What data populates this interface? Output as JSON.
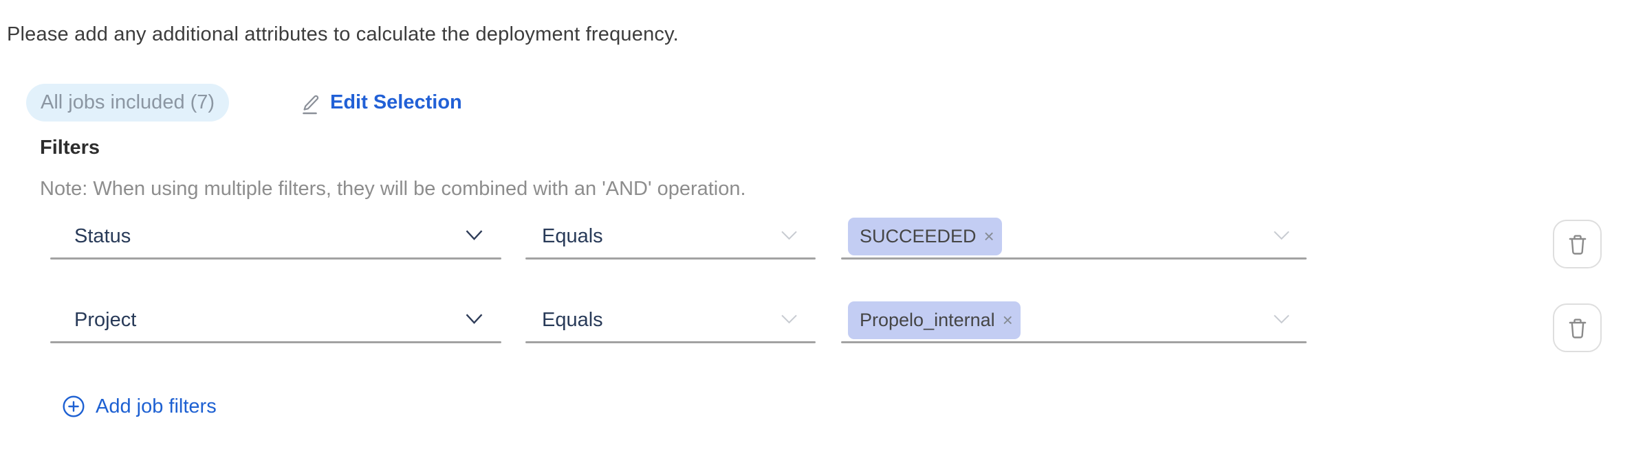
{
  "header": {
    "instruction": "Please add any additional attributes to calculate the deployment frequency."
  },
  "jobs": {
    "badge_label": "All jobs included (7)",
    "edit_button_label": "Edit Selection"
  },
  "filters": {
    "heading": "Filters",
    "note": "Note: When using multiple filters, they will be combined with an 'AND' operation.",
    "rows": [
      {
        "attribute": "Status",
        "operator": "Equals",
        "values": [
          {
            "label": "SUCCEEDED",
            "remove_glyph": "×"
          }
        ]
      },
      {
        "attribute": "Project",
        "operator": "Equals",
        "values": [
          {
            "label": "Propelo_internal",
            "remove_glyph": "×"
          }
        ]
      }
    ],
    "add_button_label": "Add job filters"
  },
  "icons": {
    "edit": "pencil-icon",
    "delete": "trash-icon",
    "add": "plus-circle-icon",
    "dropdown": "chevron-down-icon"
  },
  "colors": {
    "accent_blue": "#2160d6",
    "badge_bg": "#e2f1fb",
    "badge_text": "#8b96a2",
    "tag_bg": "#c3cdf3",
    "field_text": "#283a58",
    "muted_text": "#8d8d8d",
    "underline": "#a2a2a2"
  }
}
